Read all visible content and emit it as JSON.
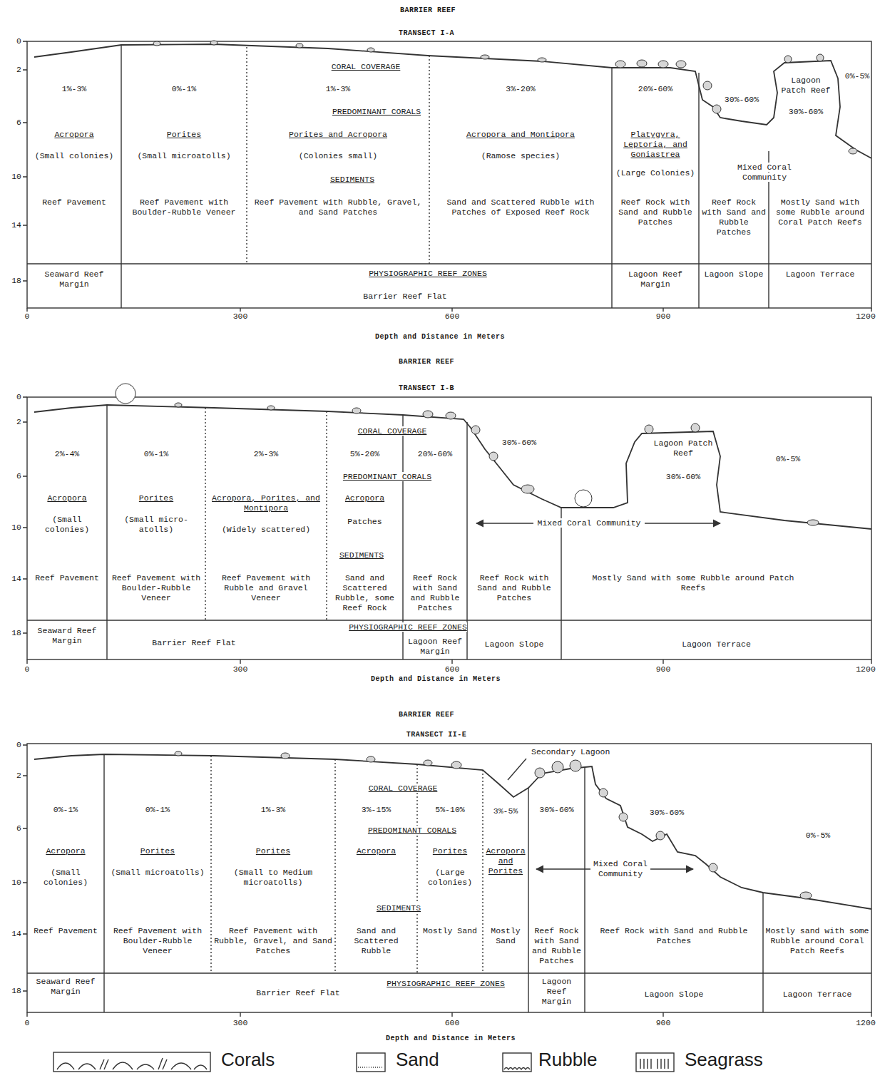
{
  "diagram": {
    "labels": [
      "BARRIER REEF",
      "TRANSECT I-A",
      "0",
      "2",
      "6",
      "10",
      "14",
      "18",
      "CORAL COVERAGE",
      "1%-3%",
      "0%-1%",
      "1%-3%",
      "3%-20%",
      "20%-60%",
      "30%-60%",
      "Lagoon Patch Reef",
      "30%-60%",
      "0%-5%",
      "PREDOMINANT CORALS",
      "Acropora",
      "(Small colonies)",
      "Porites",
      "(Small microatolls)",
      "Porites and Acropora",
      "(Colonies small)",
      "Acropora and Montipora",
      "(Ramose species)",
      "Platygyra, Leptoria, and Goniastrea",
      "(Large Colonies)",
      "Mixed Coral Community",
      "SEDIMENTS",
      "Reef Pavement",
      "Reef Pavement with Boulder-Rubble Veneer",
      "Reef Pavement with Rubble, Gravel, and Sand Patches",
      "Sand and Scattered Rubble with Patches of Exposed Reef Rock",
      "Reef Rock with Sand and Rubble Patches",
      "Reef Rock with Sand and Rubble Patches",
      "Mostly Sand with some Rubble around Coral Patch Reefs",
      "Seaward Reef Margin",
      "PHYSIOGRAPHIC REEF ZONES",
      "Barrier Reef Flat",
      "Lagoon Reef Margin",
      "Lagoon Slope",
      "Lagoon Terrace",
      "0",
      "300",
      "600",
      "900",
      "1200",
      "Depth and Distance in Meters",
      "BARRIER REEF",
      "TRANSECT I-B",
      "0",
      "2",
      "6",
      "10",
      "14",
      "18",
      "CORAL COVERAGE",
      "2%-4%",
      "0%-1%",
      "2%-3%",
      "5%-20%",
      "20%-60%",
      "30%-60%",
      "Lagoon Patch Reef",
      "30%-60%",
      "0%-5%",
      "PREDOMINANT CORALS",
      "Acropora",
      "(Small colonies)",
      "Porites",
      "(Small micro-atolls)",
      "Acropora, Porites, and Montipora",
      "(Widely scattered)",
      "Acropora",
      "Patches",
      "Mixed Coral Community",
      "SEDIMENTS",
      "Reef Pavement",
      "Reef Pavement with Boulder-Rubble Veneer",
      "Reef Pavement with Rubble and Gravel Veneer",
      "Sand and Scattered Rubble, some Reef Rock",
      "Reef Rock with Sand and Rubble Patches",
      "Reef Rock with Sand and Rubble Patches",
      "Mostly Sand with some Rubble around Patch Reefs",
      "Seaward Reef Margin",
      "Barrier Reef Flat",
      "PHYSIOGRAPHIC REEF ZONES",
      "Lagoon Reef Margin",
      "Lagoon Slope",
      "Lagoon Terrace",
      "0",
      "300",
      "600",
      "900",
      "1200",
      "Depth and Distance in Meters",
      "BARRIER REEF",
      "TRANSECT II-E",
      "0",
      "2",
      "6",
      "10",
      "14",
      "18",
      "Secondary Lagoon",
      "CORAL COVERAGE",
      "0%-1%",
      "0%-1%",
      "1%-3%",
      "3%-15%",
      "5%-10%",
      "3%-5%",
      "30%-60%",
      "30%-60%",
      "0%-5%",
      "PREDOMINANT CORALS",
      "Acropora",
      "(Small colonies)",
      "Porites",
      "(Small microatolls)",
      "Porites",
      "(Small to Medium microatolls)",
      "Acropora",
      "Porites",
      "(Large colonies)",
      "Acropora and Porites",
      "Mixed Coral Community",
      "SEDIMENTS",
      "Reef Pavement",
      "Reef Pavement with Boulder-Rubble Veneer",
      "Reef Pavement with Rubble, Gravel, and Sand Patches",
      "Sand and Scattered Rubble",
      "Mostly Sand",
      "Mostly Sand",
      "Reef Rock with Sand and Rubble Patches",
      "Reef Rock with Sand and Rubble Patches",
      "Mostly sand with some Rubble around Coral Patch Reefs",
      "Seaward Reef Margin",
      "Barrier Reef Flat",
      "PHYSIOGRAPHIC REEF ZONES",
      "Lagoon Reef Margin",
      "Lagoon Slope",
      "Lagoon Terrace",
      "0",
      "300",
      "600",
      "900",
      "1200",
      "Depth and Distance in Meters"
    ],
    "legend": [
      {
        "text": "Corals"
      },
      {
        "text": "Sand"
      },
      {
        "text": "Rubble"
      },
      {
        "text": "Seagrass"
      }
    ]
  }
}
